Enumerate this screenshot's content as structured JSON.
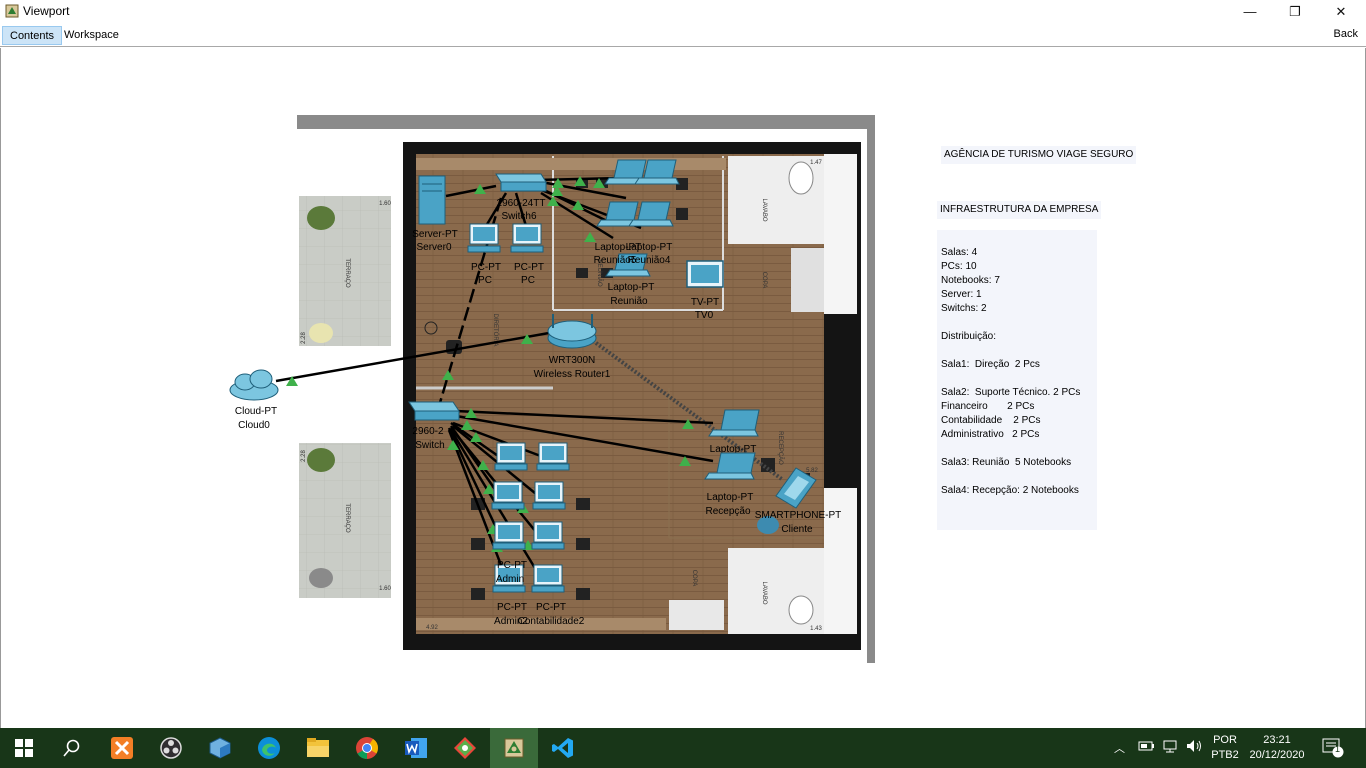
{
  "window": {
    "title": "Viewport",
    "controls": {
      "minimize": "—",
      "maximize": "❐",
      "close": "✕"
    }
  },
  "menu": {
    "tabs": [
      {
        "label": "Contents",
        "active": true
      },
      {
        "label": "Workspace",
        "active": false
      }
    ],
    "back_label": "Back"
  },
  "canvas": {
    "devices": {
      "server0": {
        "type": "Server-PT",
        "name": "Server0"
      },
      "switch6": {
        "type": "2960-24TT",
        "name": "Switch6"
      },
      "switch_b": {
        "type": "2960-2",
        "name": "Switch"
      },
      "pc_dir1": {
        "type": "PC-PT",
        "name": "PC"
      },
      "pc_dir2": {
        "type": "PC-PT",
        "name": "PC"
      },
      "router": {
        "type": "WRT300N",
        "name": "Wireless Router1"
      },
      "cloud": {
        "type": "Cloud-PT",
        "name": "Cloud0"
      },
      "tv": {
        "type": "TV-PT",
        "name": "TV0"
      },
      "laptop_reuniao5": {
        "type": "Laptop-PT",
        "name": "Reunião5"
      },
      "laptop_reuniao4": {
        "type": "Laptop-PT",
        "name": "Reunião4"
      },
      "laptop_reuniao": {
        "type": "Laptop-PT",
        "name": "Reunião"
      },
      "laptop_recepcao": {
        "type": "Laptop-PT",
        "name": "Recepção"
      },
      "laptop_recepcao2": {
        "type": "Laptop-PT",
        "name": ""
      },
      "smartphone": {
        "type": "SMARTPHONE-PT",
        "name": "Cliente"
      },
      "pc_admin": {
        "type": "PC-PT",
        "name": "Admin"
      },
      "pc_admin2": {
        "type": "PC-PT",
        "name": "Admin2"
      },
      "pc_contabilidade2": {
        "type": "PC-PT",
        "name": "Contabilidade2"
      }
    },
    "room_labels": [
      "TERRAÇO",
      "TERRAÇO",
      "DIRETÓRIA",
      "REUNIÃO",
      "LAVABO",
      "LAVABO",
      "COPA",
      "COPA",
      "RECEPÇÃO"
    ],
    "dimensions": [
      "1.60",
      "2.28",
      "2.28",
      "1.60",
      "4.92",
      "1.47",
      "1.43",
      "5.82"
    ]
  },
  "notes": {
    "title": "AGÊNCIA DE TURISMO VIAGE SEGURO",
    "infra": "INFRAESTRUTURA DA EMPRESA",
    "lines": [
      "Salas: 4",
      "PCs: 10",
      "Notebooks: 7",
      "Server: 1",
      "Switchs: 2",
      "",
      "Distribuição:",
      "",
      "Sala1:  Direção  2 Pcs",
      "",
      "Sala2:  Suporte Técnico. 2 PCs",
      "Financeiro       2 PCs",
      "Contabilidade    2 PCs",
      "Administrativo   2 PCs",
      "",
      "Sala3: Reunião  5 Notebooks",
      "",
      "Sala4: Recepção: 2 Notebooks"
    ]
  },
  "taskbar": {
    "apps": [
      "start-icon",
      "search-icon",
      "xampp-icon",
      "obs-icon",
      "virtualbox-icon",
      "edge-icon",
      "file-explorer-icon",
      "chrome-icon",
      "word-icon",
      "git-icon",
      "packet-tracer-icon",
      "vscode-icon"
    ],
    "lang_top": "POR",
    "lang_bottom": "PTB2",
    "time": "23:21",
    "date": "20/12/2020",
    "notification_count": "1"
  },
  "colors": {
    "accent": "#cce4f7",
    "floor": "#8a6a4c",
    "wall": "#111111",
    "taskbar": "#183618",
    "link_green": "#3fb14b",
    "device_blue": "#4aa3c6"
  }
}
